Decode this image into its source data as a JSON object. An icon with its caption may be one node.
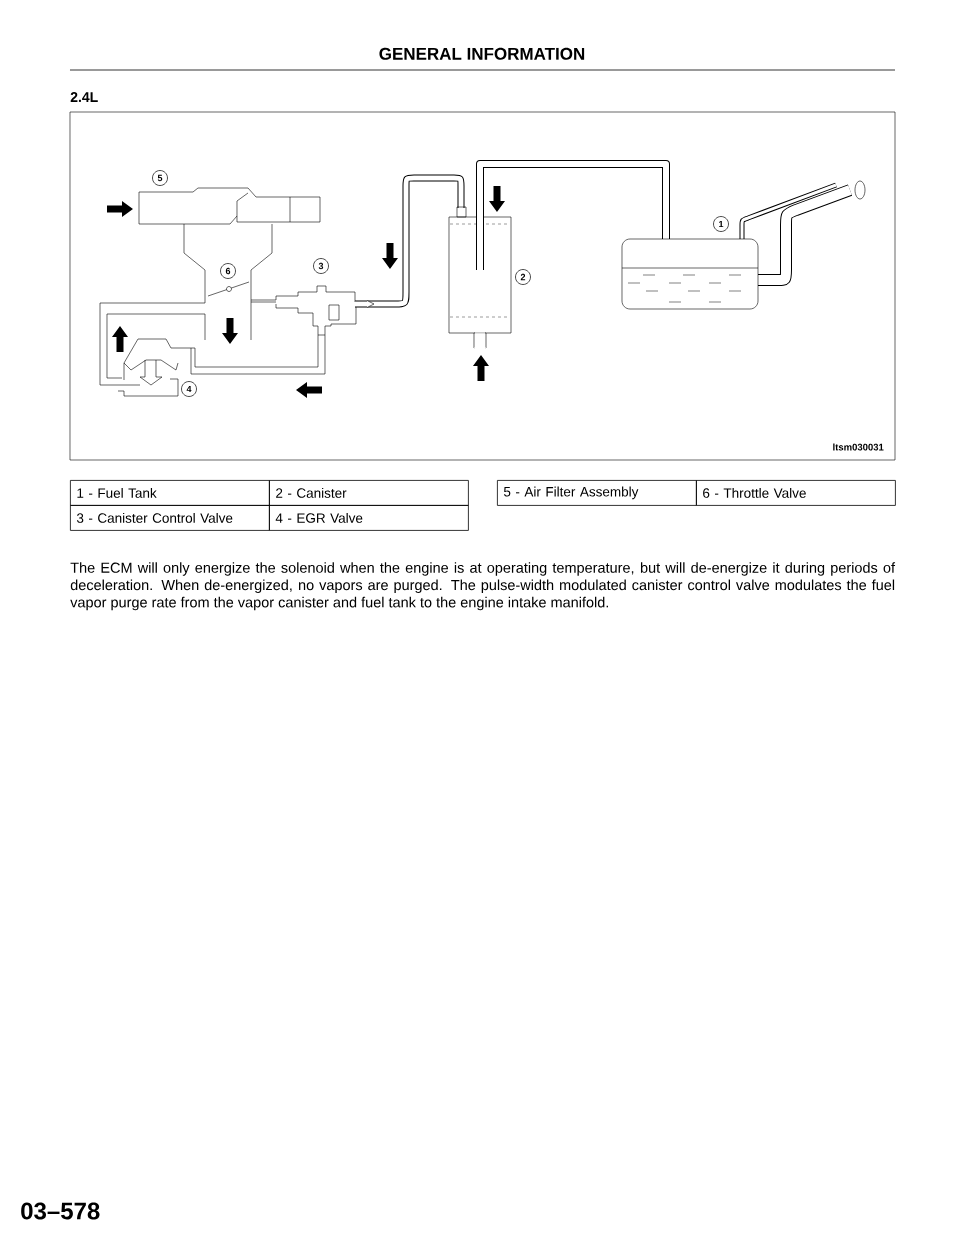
{
  "diagram": {
    "title": "GENERAL INFORMATION",
    "labels": [
      "2.4L",
      "5",
      "1",
      "6",
      "3",
      "2",
      "4",
      "ltsm030031",
      "1 - Fuel Tank",
      "2 - Canister",
      "5 - Air Filter Assembly",
      "6 - Throttle Valve",
      "3 - Canister Control Valve",
      "4 - EGR Valve",
      "The ECM will only energize the solenoid when the engine is at operating temperature, but will de-energize it during periods of deceleration. When de-energized, no vapors are purged. The pulse-width modulated canister control valve modulates the fuel vapor purge rate from the vapor canister and fuel tank to the engine intake manifold.",
      "03–578"
    ]
  }
}
